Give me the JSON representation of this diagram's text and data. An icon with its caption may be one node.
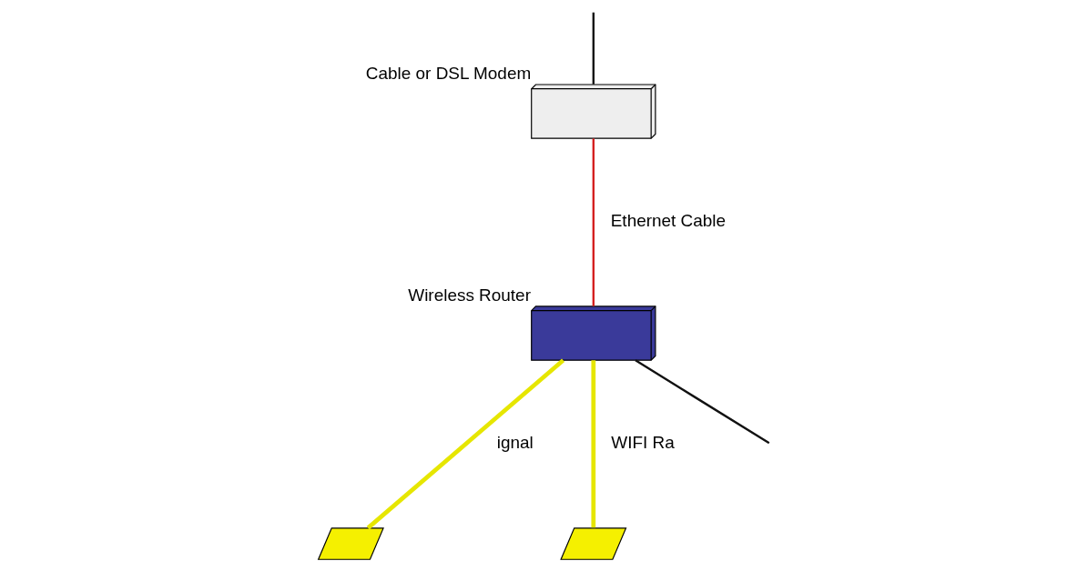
{
  "diagram": {
    "nodes": [
      {
        "text": [],
        "shape": "picture",
        "beside": [
          "Cable or DSL Modem"
        ]
      },
      {
        "text": [],
        "shape": "picture",
        "beside": [
          "Wireless Router"
        ]
      },
      {
        "text": [],
        "shape": "bolt"
      },
      {
        "text": [],
        "shape": "bolt"
      }
    ],
    "edges": [
      {
        "from": null,
        "to": 0,
        "arrow": "none"
      },
      {
        "from": 0,
        "to": 1,
        "arrow": "none",
        "label": "Ethernet Cable",
        "color": "#d42020"
      },
      {
        "from": 1,
        "to": 2,
        "arrow": "none",
        "label": "ignal",
        "color": "#e6e600",
        "style": "thick"
      },
      {
        "from": 1,
        "to": null,
        "arrow": "none"
      },
      {
        "from": 1,
        "to": 3,
        "arrow": "none",
        "label": "WIFI Ra",
        "color": "#e6e600",
        "style": "thick"
      }
    ]
  }
}
